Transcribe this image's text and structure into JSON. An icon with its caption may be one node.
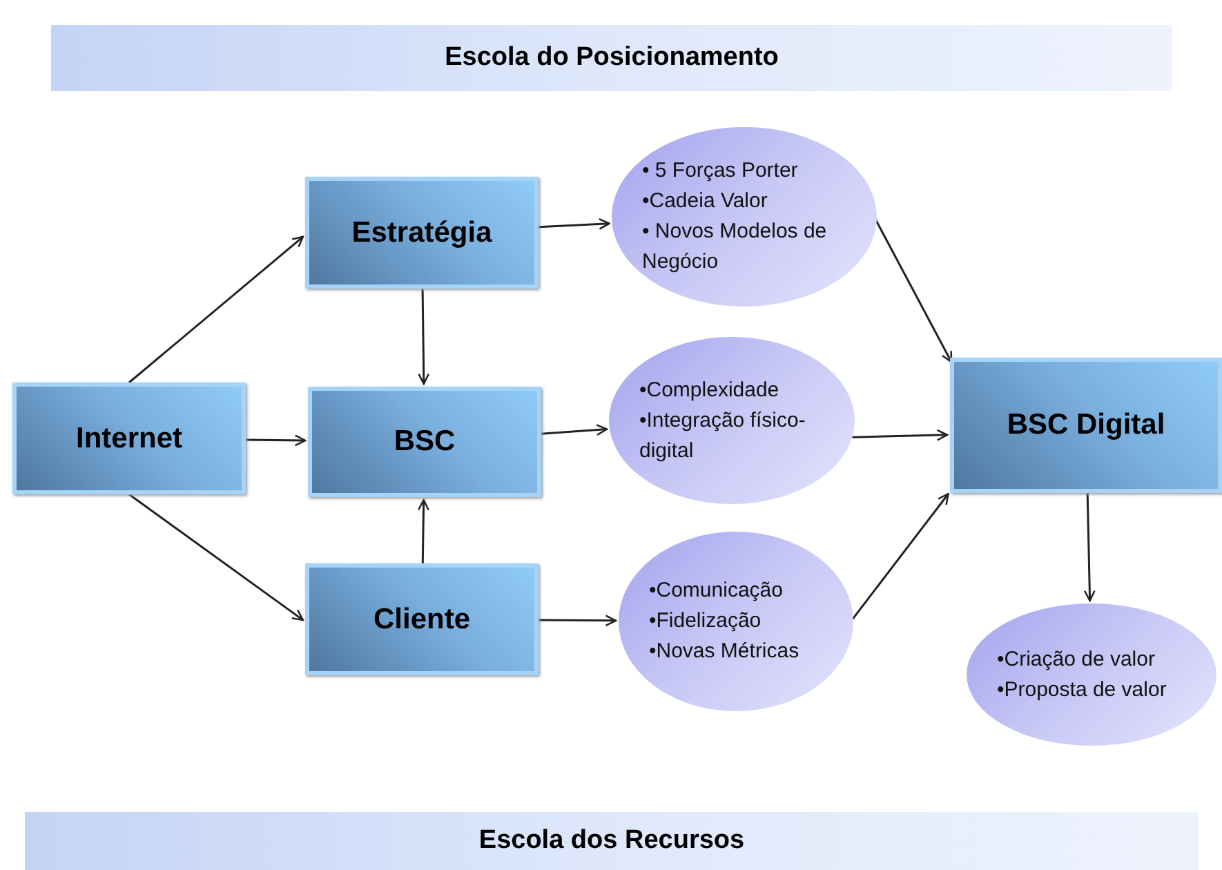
{
  "diagram": {
    "nodes": [
      {
        "text": [
          "Escola do Posicionamento"
        ]
      },
      {
        "text": [
          "Estratégia"
        ]
      },
      {
        "text": [
          "Internet"
        ]
      },
      {
        "text": [
          "BSC"
        ]
      },
      {
        "text": [
          "Cliente"
        ]
      },
      {
        "text": [
          "• 5 Forças Porter",
          "•Cadeia Valor",
          "• Novos Modelos de Negócio"
        ]
      },
      {
        "text": [
          "•Complexidade",
          "•Integração físico-digital"
        ]
      },
      {
        "text": [
          "•Comunicação",
          "•Fidelização",
          "•Novas Métricas"
        ]
      },
      {
        "text": [
          "BSC Digital"
        ]
      },
      {
        "text": [
          "•Criação de valor",
          "•Proposta de valor"
        ]
      },
      {
        "text": [
          "Escola dos Recursos"
        ]
      }
    ],
    "edges": [
      {
        "from": 2,
        "to": 1,
        "arrow": "to"
      },
      {
        "from": 2,
        "to": 3,
        "arrow": "to"
      },
      {
        "from": 2,
        "to": 4,
        "arrow": "to"
      },
      {
        "from": 1,
        "to": 3,
        "arrow": "to"
      },
      {
        "from": 4,
        "to": 3,
        "arrow": "to"
      },
      {
        "from": 1,
        "to": 5,
        "arrow": "to"
      },
      {
        "from": 3,
        "to": 6,
        "arrow": "to"
      },
      {
        "from": 4,
        "to": 7,
        "arrow": "to"
      },
      {
        "from": 5,
        "to": 8,
        "arrow": "to"
      },
      {
        "from": 6,
        "to": 8,
        "arrow": "to"
      },
      {
        "from": 7,
        "to": 8,
        "arrow": "to"
      },
      {
        "from": 8,
        "to": 9,
        "arrow": "to"
      }
    ]
  }
}
